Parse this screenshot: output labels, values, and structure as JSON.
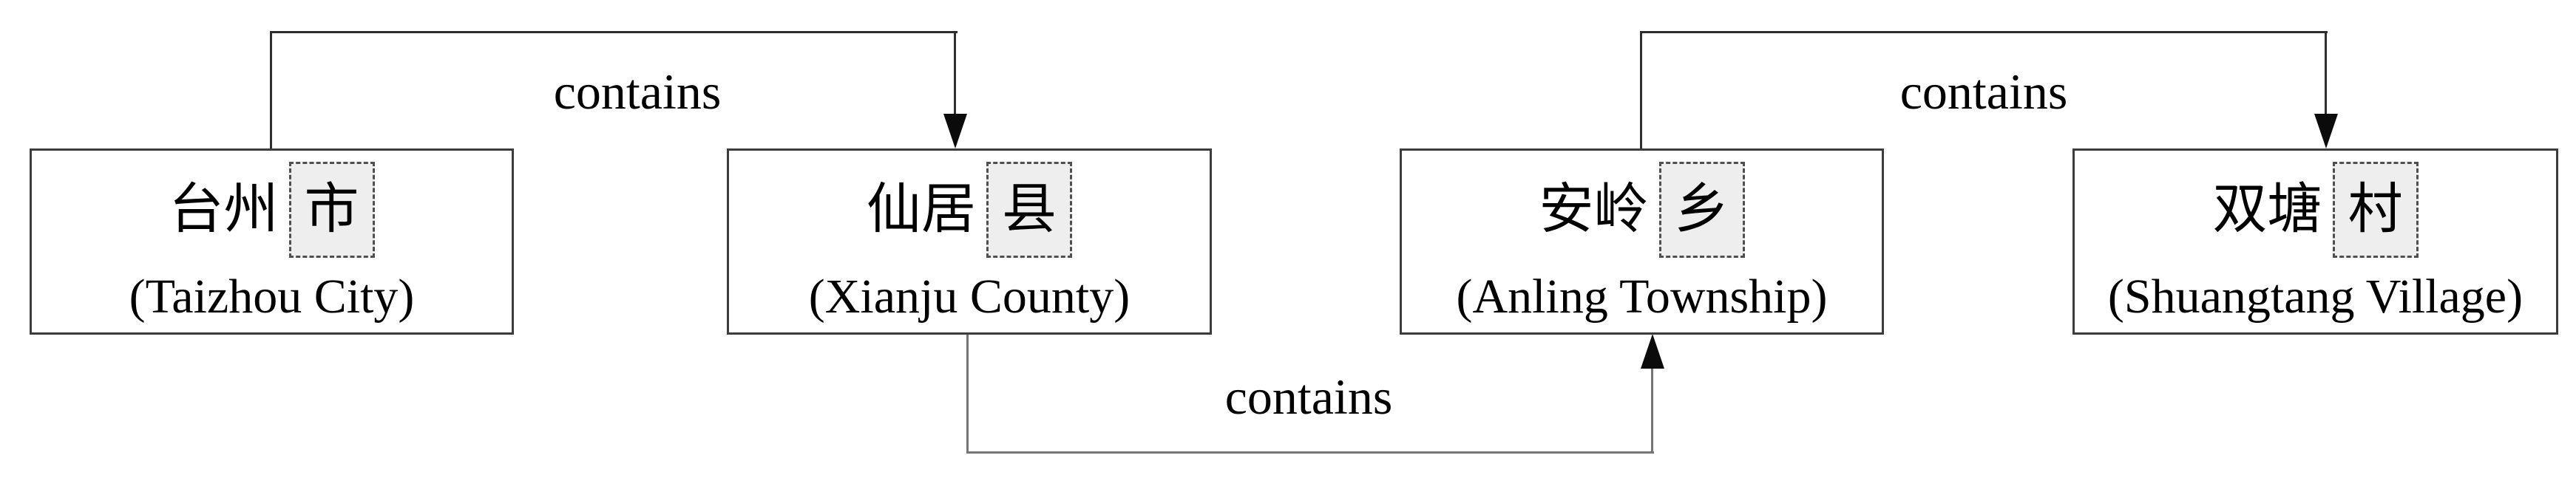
{
  "figure": {
    "type": "containment-hierarchy-diagram",
    "nodes": [
      {
        "id": "taizhou",
        "name_cn": "台州",
        "suffix_cn": "市",
        "name_en": "(Taizhou City)"
      },
      {
        "id": "xianju",
        "name_cn": "仙居",
        "suffix_cn": "县",
        "name_en": "(Xianju County)"
      },
      {
        "id": "anling",
        "name_cn": "安岭",
        "suffix_cn": "乡",
        "name_en": "(Anling Township)"
      },
      {
        "id": "shuangtang",
        "name_cn": "双塘",
        "suffix_cn": "村",
        "name_en": "(Shuangtang Village)"
      }
    ],
    "edges": [
      {
        "from": "taizhou",
        "to": "xianju",
        "label": "contains",
        "route": "over-top"
      },
      {
        "from": "xianju",
        "to": "anling",
        "label": "contains",
        "route": "under-bottom"
      },
      {
        "from": "anling",
        "to": "shuangtang",
        "label": "contains",
        "route": "over-top"
      }
    ]
  },
  "theme": {
    "line_dark": "#2e2e2e",
    "line_gray": "#757575",
    "box_border": "#3c3c3c",
    "arrow": "#0b0b0b",
    "dashed_border": "#4f4f4f",
    "dashed_fill": "#eeeeee",
    "text": "#000000",
    "bg": "#ffffff"
  }
}
